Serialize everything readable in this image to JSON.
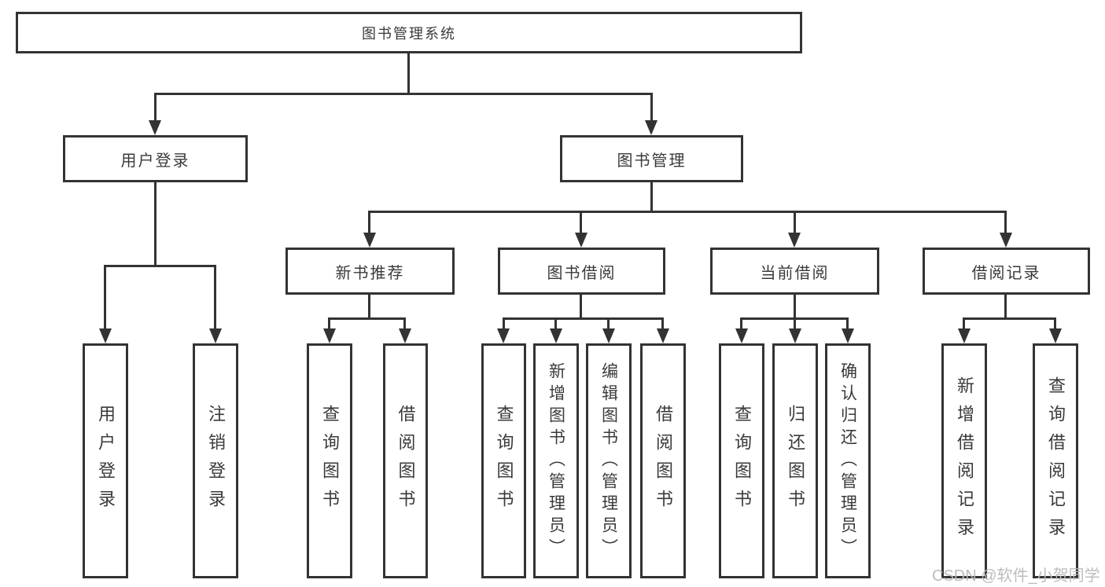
{
  "tree": {
    "label": "图书管理系统",
    "children": [
      {
        "label": "用户登录",
        "children": [
          {
            "label": "用户登录"
          },
          {
            "label": "注销登录"
          }
        ]
      },
      {
        "label": "图书管理",
        "children": [
          {
            "label": "新书推荐",
            "children": [
              {
                "label": "查询图书"
              },
              {
                "label": "借阅图书"
              }
            ]
          },
          {
            "label": "图书借阅",
            "children": [
              {
                "label": "查询图书"
              },
              {
                "label": "新增图书（管理员）"
              },
              {
                "label": "编辑图书（管理员）"
              },
              {
                "label": "借阅图书"
              }
            ]
          },
          {
            "label": "当前借阅",
            "children": [
              {
                "label": "查询图书"
              },
              {
                "label": "归还图书"
              },
              {
                "label": "确认归还（管理员）"
              }
            ]
          },
          {
            "label": "借阅记录",
            "children": [
              {
                "label": "新增借阅记录"
              },
              {
                "label": "查询借阅记录"
              }
            ]
          }
        ]
      }
    ]
  },
  "watermark": {
    "text": "CSDN @软件_小贺同学"
  },
  "colors": {
    "line": "#333333",
    "text": "#3a3a3a",
    "background": "#ffffff",
    "watermark": "#b9b9b9"
  }
}
